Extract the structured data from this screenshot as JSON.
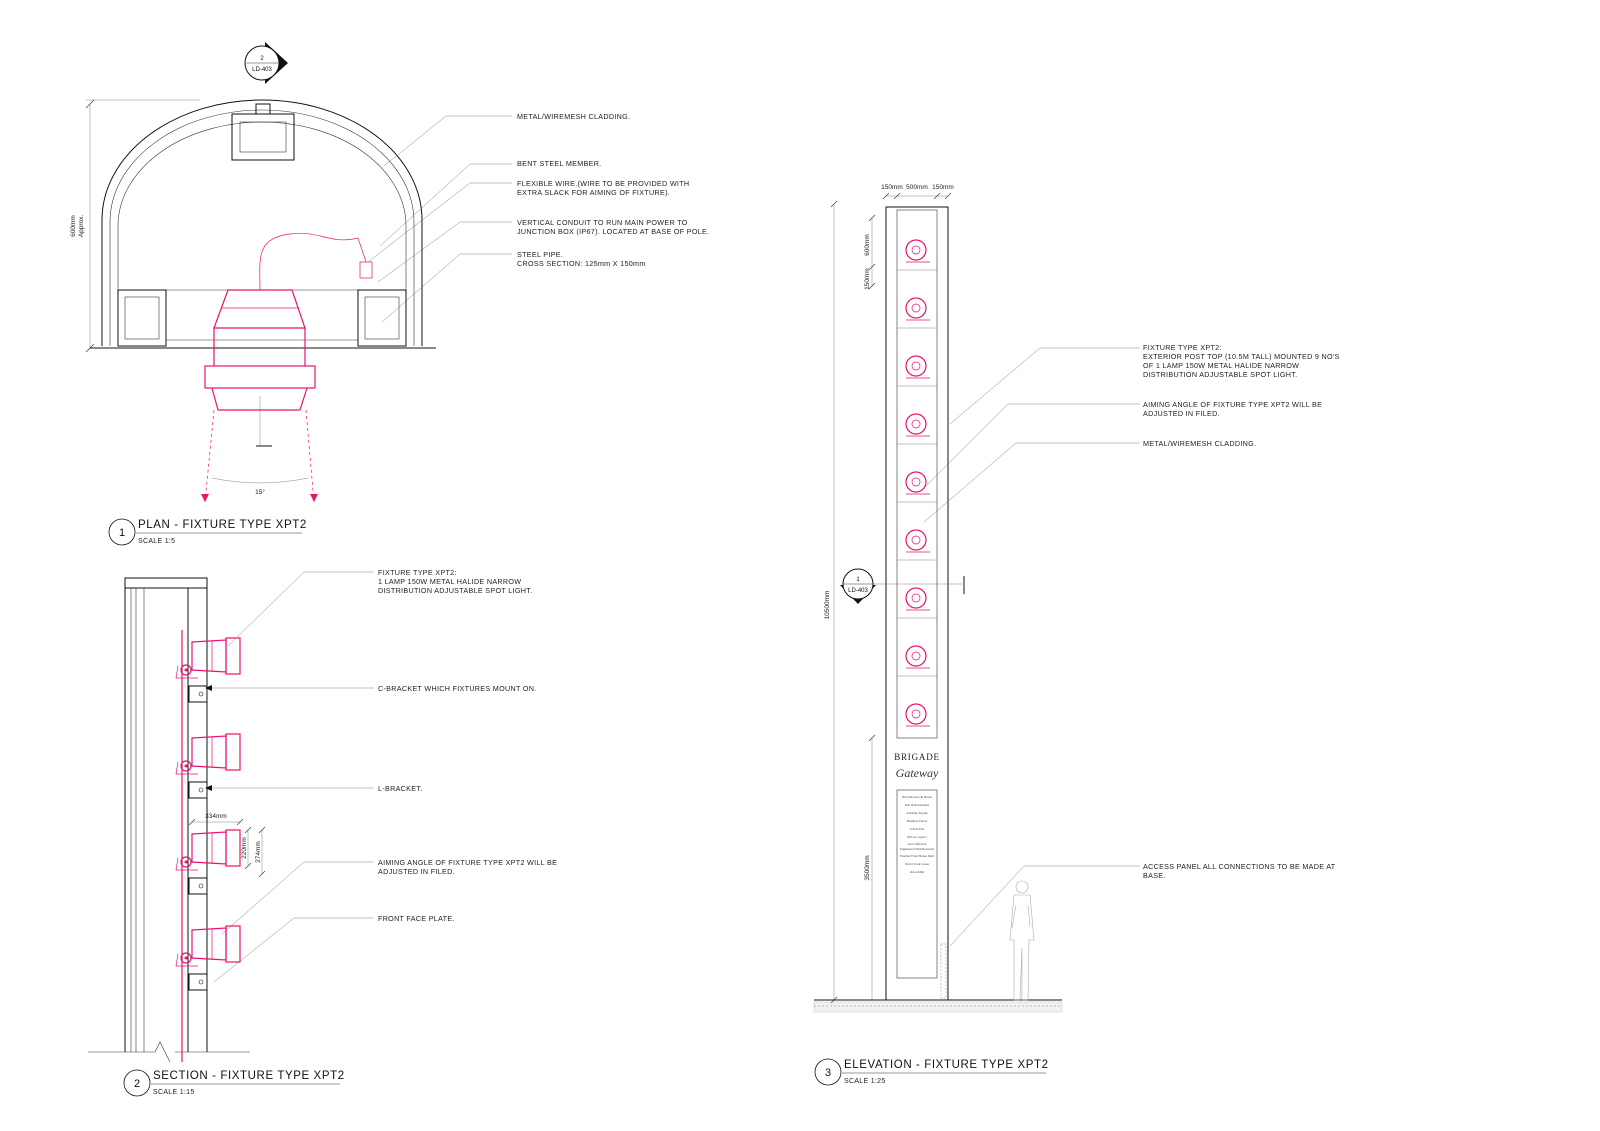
{
  "views": {
    "plan": {
      "number": "1",
      "title": "PLAN - FIXTURE TYPE XPT2",
      "scale": "SCALE 1:5",
      "section_marker": {
        "num": "2",
        "ref": "LD-403"
      },
      "dim_height_1": "600mm",
      "dim_height_2": "Approx.",
      "beam_angle": "15°",
      "notes": [
        "METAL/WIREMESH CLADDING.",
        "BENT STEEL MEMBER.",
        "FLEXIBLE WIRE.(WIRE TO BE PROVIDED WITH",
        "EXTRA SLACK FOR AIMING OF FIXTURE).",
        "VERTICAL CONDUIT TO RUN MAIN POWER TO",
        "JUNCTION BOX (IP67). LOCATED AT BASE OF POLE.",
        "STEEL PIPE.",
        "CROSS SECTION: 125mm X 150mm"
      ]
    },
    "section": {
      "number": "2",
      "title": "SECTION - FIXTURE TYPE XPT2",
      "scale": "SCALE 1:15",
      "dim_width": "334mm",
      "dim_h1": "220mm",
      "dim_h2": "274mm",
      "notes": [
        "FIXTURE TYPE XPT2:",
        "1 LAMP 150W METAL HALIDE NARROW",
        "DISTRIBUTION ADJUSTABLE SPOT LIGHT.",
        "C-BRACKET WHICH FIXTURES MOUNT ON.",
        "L-BRACKET.",
        "AIMING ANGLE OF FIXTURE TYPE XPT2 WILL BE",
        "ADJUSTED IN FILED.",
        "FRONT FACE PLATE."
      ]
    },
    "elevation": {
      "number": "3",
      "title": "ELEVATION - FIXTURE TYPE XPT2",
      "scale": "SCALE 1:25",
      "section_marker": {
        "num": "1",
        "ref": "LD-403"
      },
      "dims": {
        "top_a": "150mm",
        "top_b": "500mm",
        "top_c": "150mm",
        "spacing": "600mm",
        "gap": "150mm",
        "total": "10500mm",
        "base": "3500mm"
      },
      "sign": {
        "line1": "BRIGADE",
        "line2": "Gateway",
        "tenants": [
          "Orion Resorts & Hotels",
          "Ritz & Restaurants",
          "Adelaige Kiosks",
          "Business Plazas",
          "Schola Port",
          "BTs Go Aspect",
          "Lord Jefferson",
          "Engineered With Research",
          "Premier Front House Mall",
          "World Trade Lease",
          "Orion Mall"
        ]
      },
      "notes": [
        "FIXTURE TYPE XPT2:",
        "EXTERIOR POST TOP (10.5M TALL) MOUNTED 9 NO'S",
        "OF 1 LAMP 150W METAL HALIDE NARROW",
        "DISTRIBUTION ADJUSTABLE SPOT LIGHT.",
        "AIMING ANGLE OF FIXTURE TYPE XPT2 WILL BE",
        "ADJUSTED IN FILED.",
        "METAL/WIREMESH CLADDING.",
        "ACCESS PANEL ALL CONNECTIONS TO BE MADE AT",
        "BASE."
      ]
    }
  },
  "colors": {
    "fixture": "#e8136e",
    "line": "#111111"
  }
}
